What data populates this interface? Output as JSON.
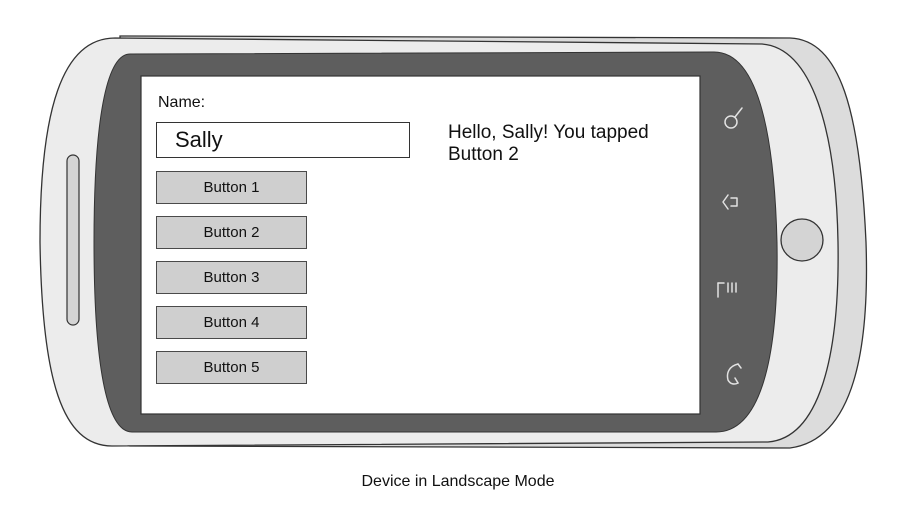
{
  "app": {
    "name_label": "Name:",
    "name_value": "Sally",
    "buttons": [
      {
        "label": "Button 1"
      },
      {
        "label": "Button 2"
      },
      {
        "label": "Button 3"
      },
      {
        "label": "Button 4"
      },
      {
        "label": "Button 5"
      }
    ],
    "message": "Hello, Sally! You tapped Button 2"
  },
  "device": {
    "nav_icons": [
      "search-icon",
      "back-icon",
      "menu-icon",
      "call-icon"
    ],
    "body_color": "#ececec",
    "bezel_color": "#5e5e5e"
  },
  "caption": "Device in Landscape Mode"
}
